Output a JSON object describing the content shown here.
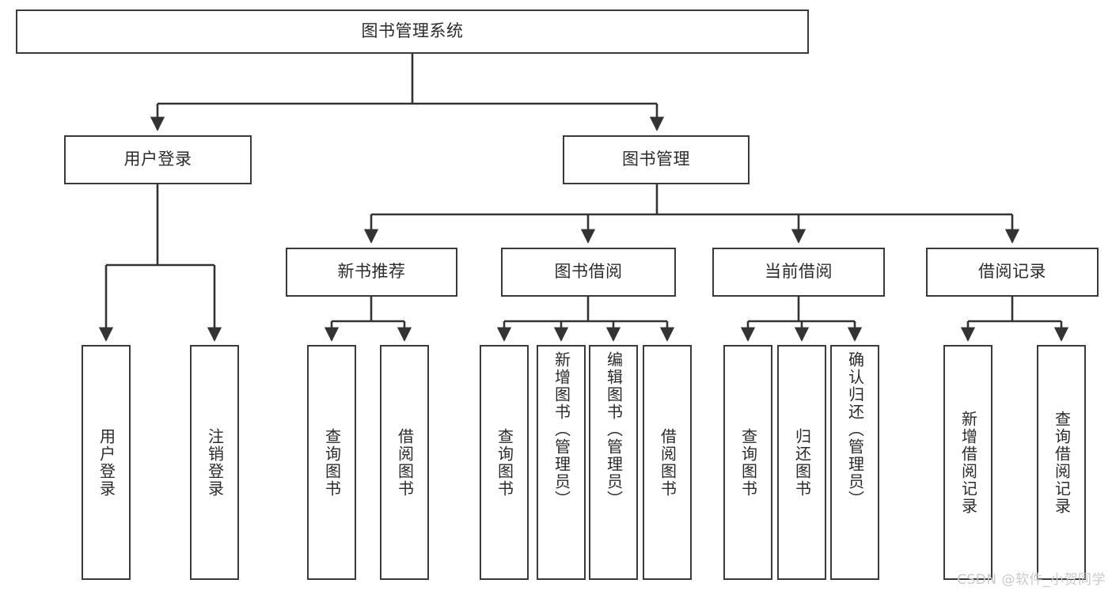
{
  "diagram": {
    "title": "图书管理系统",
    "type": "tree-hierarchy",
    "watermark": "CSDN @软件_小贺同学",
    "colors": {
      "background": "#ffffff",
      "box_border": "#3a3a3a",
      "box_fill": "#ffffff",
      "connector": "#333333",
      "text": "#2b2b2b",
      "watermark": "#c9c9c9"
    },
    "root": {
      "label": "图书管理系统"
    },
    "level2": [
      {
        "label": "用户登录"
      },
      {
        "label": "图书管理"
      }
    ],
    "level3": [
      {
        "label": "新书推荐"
      },
      {
        "label": "图书借阅"
      },
      {
        "label": "当前借阅"
      },
      {
        "label": "借阅记录"
      }
    ],
    "leaves": {
      "user_login": [
        {
          "label": "用户登录"
        },
        {
          "label": "注销登录"
        }
      ],
      "new_book_recommend": [
        {
          "label": "查询图书"
        },
        {
          "label": "借阅图书"
        }
      ],
      "book_borrow": [
        {
          "label": "查询图书"
        },
        {
          "label": "新增图书（管理员）"
        },
        {
          "label": "编辑图书（管理员）"
        },
        {
          "label": "借阅图书"
        }
      ],
      "current_borrow": [
        {
          "label": "查询图书"
        },
        {
          "label": "归还图书"
        },
        {
          "label": "确认归还（管理员）"
        }
      ],
      "borrow_record": [
        {
          "label": "新增借阅记录"
        },
        {
          "label": "查询借阅记录"
        }
      ]
    }
  }
}
